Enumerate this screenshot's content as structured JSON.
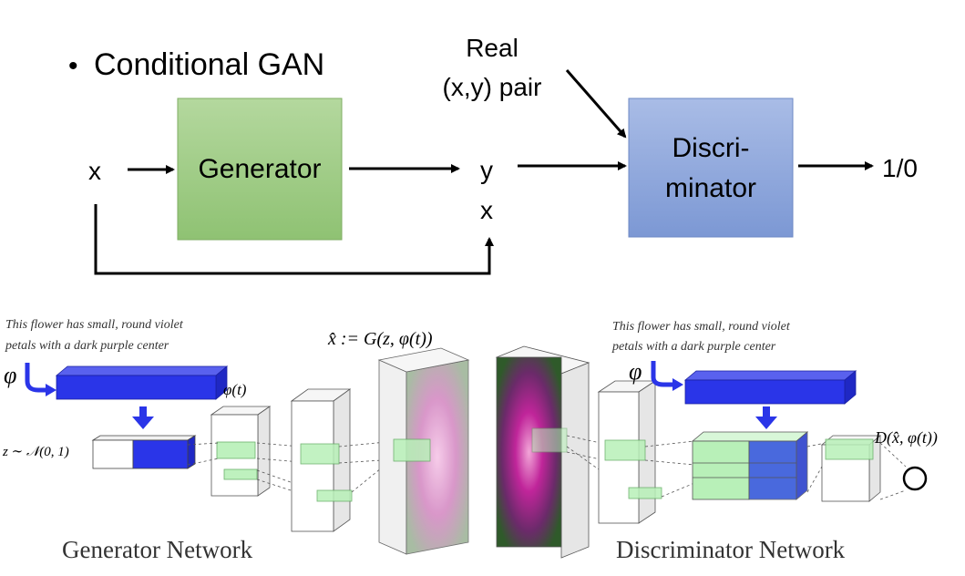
{
  "top": {
    "bullet": "•",
    "title": "Conditional GAN",
    "input_x": "x",
    "generator_label": "Generator",
    "output_y": "y",
    "output_x": "x",
    "real_pair_line1": "Real",
    "real_pair_line2": "(x,y) pair",
    "discriminator_line1": "Discri-",
    "discriminator_line2": "minator",
    "output": "1/0"
  },
  "bottom": {
    "gen_caption_line1": "This flower has small, round violet",
    "gen_caption_line2": "petals with a dark purple center",
    "phi_symbol": "φ",
    "phi_t": "φ(t)",
    "z_dist": "z ∼ 𝒩(0, 1)",
    "gen_output_formula": "x̂ := G(z, φ(t))",
    "gen_network_title": "Generator Network",
    "disc_caption_line1": "This flower has small, round violet",
    "disc_caption_line2": "petals with a dark purple center",
    "disc_phi_symbol": "φ",
    "disc_output_formula": "D(x̂, φ(t))",
    "disc_network_title": "Discriminator Network"
  },
  "colors": {
    "generator_box": "#a8d08d",
    "discriminator_box": "#8faadc",
    "embedding_blue": "#2a35e8",
    "feature_green": "#b8f0b8"
  }
}
